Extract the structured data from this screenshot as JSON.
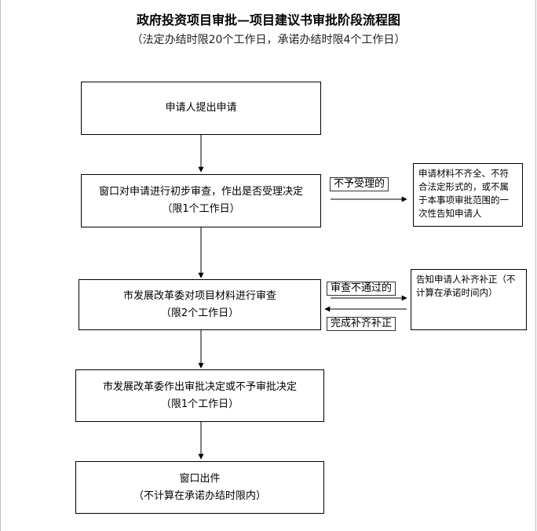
{
  "header": {
    "title": "政府投资项目审批—项目建议书审批阶段流程图",
    "subtitle": "（法定办结时限20个工作日，承诺办结时限4个工作日）"
  },
  "steps": [
    {
      "line1": "申请人提出申请",
      "line2": ""
    },
    {
      "line1": "窗口对申请进行初步审查，作出是否受理决定",
      "line2": "（限1个工作日）"
    },
    {
      "line1": "市发展改革委对项目材料进行审查",
      "line2": "（限2个工作日）"
    },
    {
      "line1": "市发展改革委作出审批决定或不予审批决定",
      "line2": "（限1个工作日）"
    },
    {
      "line1": "窗口出件",
      "line2": "（不计算在承诺办结时限内）"
    }
  ],
  "branches": {
    "not_accepted": {
      "label": "不予受理的",
      "note": "申请材料不齐全、不符合法定形式的，或不属于本事项审批范围的一次性告知申请人"
    },
    "review_failed": {
      "label": "审查不通过的",
      "note": "告知申请人补齐补正（不计算在承诺时间内）"
    },
    "supplement_done": {
      "label": "完成补齐补正"
    }
  }
}
